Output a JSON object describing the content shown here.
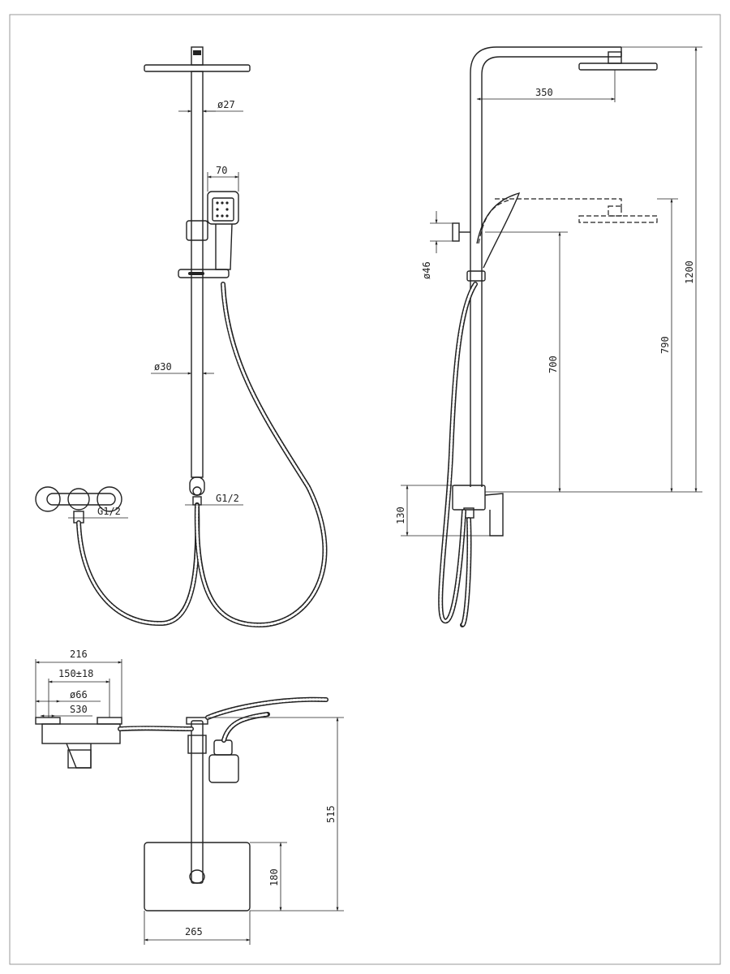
{
  "dimensions": {
    "front": {
      "pipe_dia_top": "ø27",
      "handshower_width": "70",
      "pipe_dia_main": "ø30",
      "outlet_thread_column": "G1/2",
      "outlet_thread_mixer": "G1/2"
    },
    "side": {
      "arm_reach": "350",
      "knob_dia": "ø46",
      "mixer_height": "130",
      "height_holder": "700",
      "height_arm_low": "790",
      "height_total": "1200"
    },
    "top": {
      "mixer_width": "216",
      "inlet_spacing": "150±18",
      "escutcheon_dia": "ø66",
      "nut_size": "S30",
      "depth_total": "515",
      "head_depth": "180",
      "head_width": "265"
    }
  }
}
